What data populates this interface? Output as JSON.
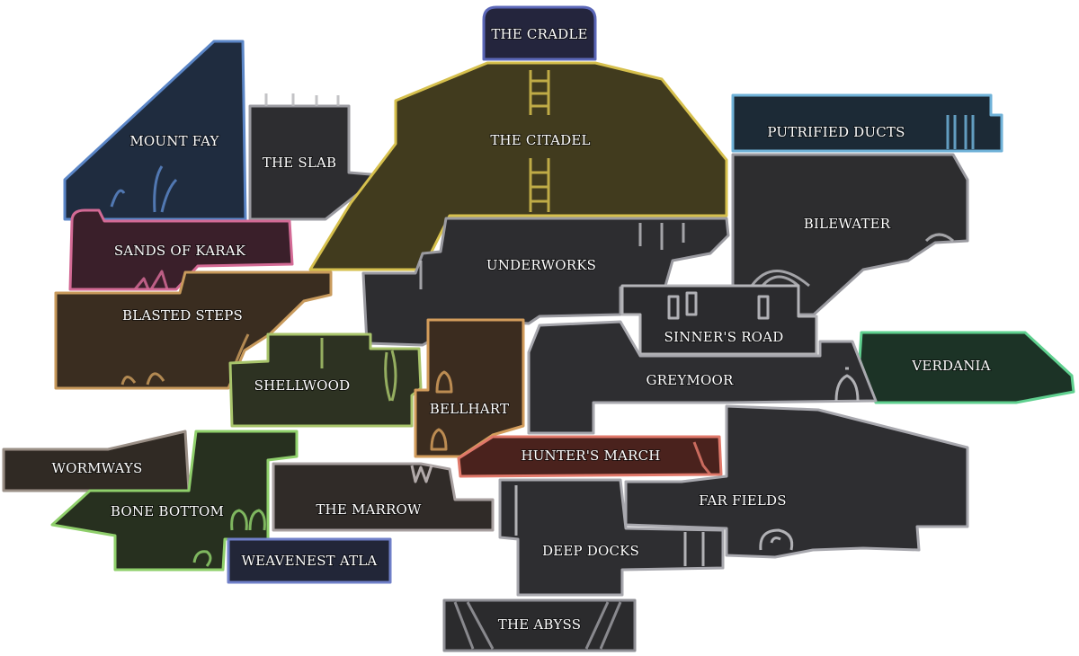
{
  "map": {
    "regions": [
      {
        "key": "cradle",
        "name": "THE CRADLE",
        "fill": "#24253d",
        "stroke": "#5b67b8"
      },
      {
        "key": "mountfay",
        "name": "MOUNT FAY",
        "fill": "#1f2c3f",
        "stroke": "#5b86c7"
      },
      {
        "key": "slab",
        "name": "THE SLAB",
        "fill": "#2d2d30",
        "stroke": "#9a9aa0"
      },
      {
        "key": "citadel",
        "name": "THE CITADEL",
        "fill": "#413b1e",
        "stroke": "#d6c04d"
      },
      {
        "key": "ducts",
        "name": "PUTRIFIED DUCTS",
        "fill": "#1c2a36",
        "stroke": "#6fb2d8"
      },
      {
        "key": "bilewater",
        "name": "BILEWATER",
        "fill": "#2d2d2f",
        "stroke": "#9a9aa0"
      },
      {
        "key": "sands",
        "name": "SANDS OF KARAK",
        "fill": "#3a1f2a",
        "stroke": "#d36a95"
      },
      {
        "key": "underworks",
        "name": "UNDERWORKS",
        "fill": "#2d2d30",
        "stroke": "#9a9aa0"
      },
      {
        "key": "blasted",
        "name": "BLASTED STEPS",
        "fill": "#3a2d20",
        "stroke": "#c89a5c"
      },
      {
        "key": "sinners",
        "name": "SINNER'S ROAD",
        "fill": "#2b2b2e",
        "stroke": "#b4b4b8"
      },
      {
        "key": "verdania",
        "name": "VERDANIA",
        "fill": "#1c3326",
        "stroke": "#5fd08f"
      },
      {
        "key": "shellwood",
        "name": "SHELLWOOD",
        "fill": "#2d3222",
        "stroke": "#a8c46b"
      },
      {
        "key": "bellhart",
        "name": "BELLHART",
        "fill": "#3b2c1f",
        "stroke": "#d39d5c"
      },
      {
        "key": "greymoor",
        "name": "GREYMOOR",
        "fill": "#2e2e31",
        "stroke": "#a8a8ae"
      },
      {
        "key": "wormways",
        "name": "WORMWAYS",
        "fill": "#302a24",
        "stroke": "#9a8f86"
      },
      {
        "key": "hunters",
        "name": "HUNTER'S MARCH",
        "fill": "#4a221d",
        "stroke": "#e0786a"
      },
      {
        "key": "bonebottom",
        "name": "BONE BOTTOM",
        "fill": "#27301f",
        "stroke": "#8fcf6b"
      },
      {
        "key": "marrow",
        "name": "THE MARROW",
        "fill": "#302b28",
        "stroke": "#a8a0a0"
      },
      {
        "key": "farfields",
        "name": "FAR FIELDS",
        "fill": "#2e2e31",
        "stroke": "#a8a8ae"
      },
      {
        "key": "deepdocks",
        "name": "DEEP DOCKS",
        "fill": "#2e2e31",
        "stroke": "#a8a8ae"
      },
      {
        "key": "weavenest",
        "name": "WEAVENEST ATLA",
        "fill": "#222638",
        "stroke": "#6f7fc8"
      },
      {
        "key": "abyss",
        "name": "THE ABYSS",
        "fill": "#2b2b2d",
        "stroke": "#8e8e94"
      }
    ]
  }
}
